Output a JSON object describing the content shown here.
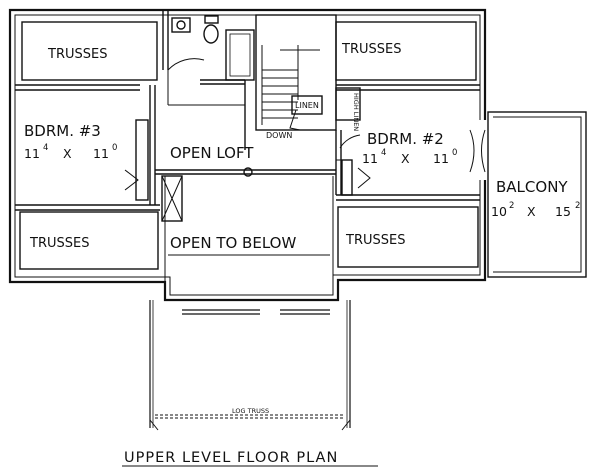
{
  "title": "UPPER LEVEL FLOOR PLAN",
  "rooms": {
    "trusses_top_left": "TRUSSES",
    "trusses_top_right": "TRUSSES",
    "trusses_bottom_left": "TRUSSES",
    "trusses_bottom_right": "TRUSSES",
    "bedroom3": {
      "name": "BDRM. #3",
      "w_ft": "11",
      "w_in": "4",
      "sep": "X",
      "l_ft": "11",
      "l_in": "0"
    },
    "bedroom2": {
      "name": "BDRM. #2",
      "w_ft": "11",
      "w_in": "4",
      "sep": "X",
      "l_ft": "11",
      "l_in": "0"
    },
    "balcony": {
      "name": "BALCONY",
      "w_ft": "10",
      "w_in": "2",
      "sep": "X",
      "l_ft": "15",
      "l_in": "2"
    },
    "open_loft": "OPEN LOFT",
    "open_to_below": "OPEN TO BELOW",
    "linen": "LINEN",
    "high_linen": "HIGH LINEN",
    "stair_down": "DOWN",
    "log_truss": "LOG TRUSS"
  }
}
